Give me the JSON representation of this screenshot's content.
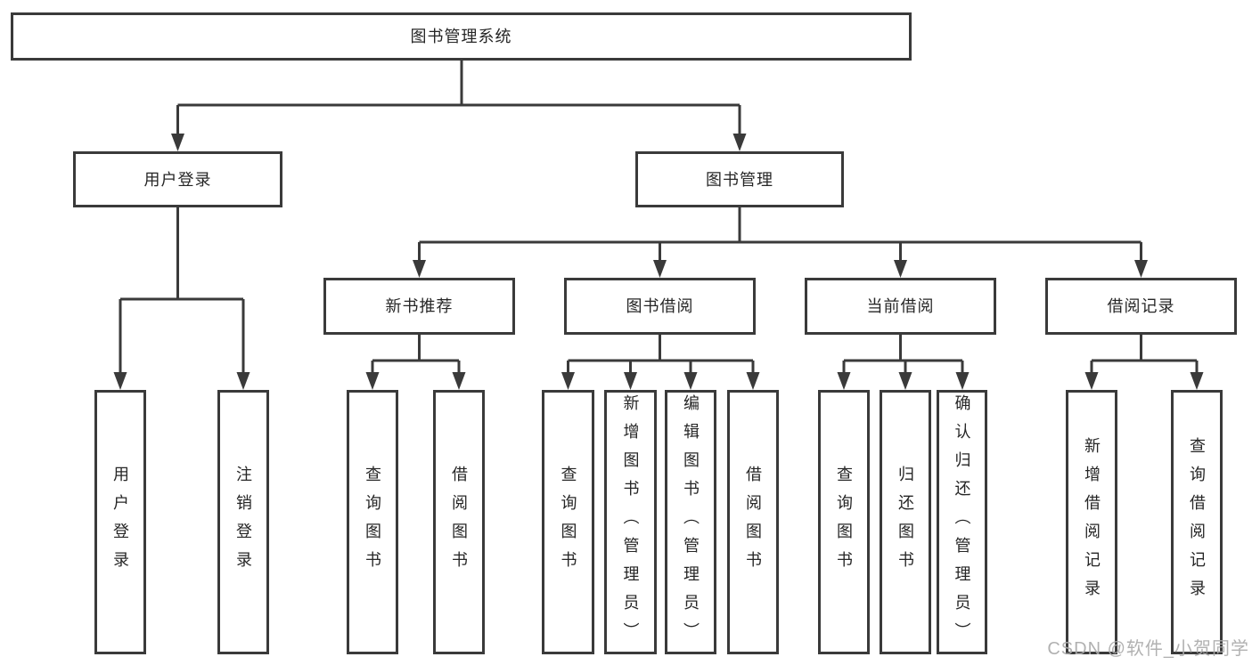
{
  "diagram": {
    "root": {
      "label": "图书管理系统"
    },
    "branches": [
      {
        "label": "用户登录",
        "children": [
          {
            "label": "用户登录"
          },
          {
            "label": "注销登录"
          }
        ]
      },
      {
        "label": "图书管理",
        "sections": [
          {
            "label": "新书推荐",
            "children": [
              {
                "label": "查询图书"
              },
              {
                "label": "借阅图书"
              }
            ]
          },
          {
            "label": "图书借阅",
            "children": [
              {
                "label": "查询图书"
              },
              {
                "label": "新增图书（管理员）"
              },
              {
                "label": "编辑图书（管理员）"
              },
              {
                "label": "借阅图书"
              }
            ]
          },
          {
            "label": "当前借阅",
            "children": [
              {
                "label": "查询图书"
              },
              {
                "label": "归还图书"
              },
              {
                "label": "确认归还（管理员）"
              }
            ]
          },
          {
            "label": "借阅记录",
            "children": [
              {
                "label": "新增借阅记录"
              },
              {
                "label": "查询借阅记录"
              }
            ]
          }
        ]
      }
    ]
  },
  "watermark": {
    "text": "CSDN @软件_小贺同学"
  },
  "colors": {
    "line_color": "#3a3a3a",
    "text_color": "#262626",
    "background_color": "#ffffff",
    "watermark_color": "#ababab"
  }
}
